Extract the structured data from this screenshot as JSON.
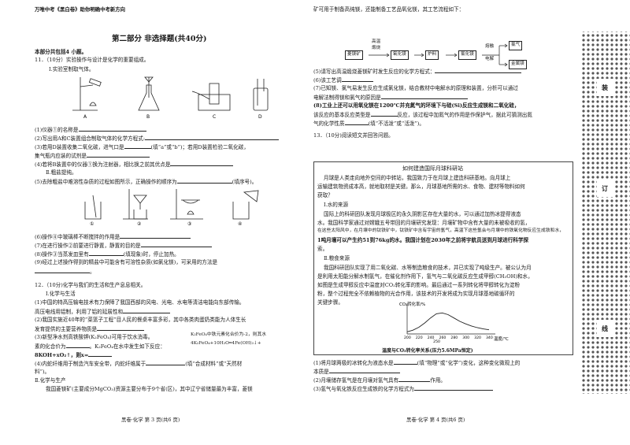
{
  "header": "万唯中考《黑白卷》助你明确中考新方向",
  "section": {
    "title": "第二部分  非选择题(共40分)",
    "intro": "本部分共包括4 小题。"
  },
  "q11": {
    "stem": "11．（10分）实验操作与设计是化学的重要组成。",
    "part1": "Ⅰ.实验室制取气体。",
    "apparatus": [
      "A",
      "B",
      "C",
      "D"
    ],
    "l1": "(1)仪器①的名称是",
    "l2": "(2)写出用A和C装置组合制取气体的化学方程式:",
    "l3a": "(3)若用D装置收集二氧化碳，进气口是",
    "l3b": "(填“a”或“b”)；若用D装置检验二氧化碳，",
    "l3c": "集气瓶内应装的试剂是",
    "l4": "(4)若将B装置中的仪器①换为注射器，相比换之前其优点是",
    "part2": "Ⅱ.粗盐提纯。",
    "l5": "(5)去除粗盐中难溶性杂质的过程如图所示，正确操作的顺序为",
    "l5b": "(填序号)。",
    "steps": [
      "①",
      "②",
      "③",
      "④"
    ],
    "l6": "(6)操作④中玻璃棒不断搅拌的作用是",
    "l7": "(7)在进行操作②前要进行静置，静置的目的是",
    "l8a": "(8)操作③当蒸发皿里有",
    "l8b": "(填现象)时，停止加热。",
    "l9a": "(9)经过上述操作得到的精盐中可能含有可溶性杂质(如氯化镁)，可采用的方法是",
    "l9b": "。"
  },
  "q12": {
    "stem": "12．（10分)化学与我们的生活和生产息息相关。",
    "part1": "Ⅰ.化学与生活",
    "l1a": "(1)中国的特高压输电技术有力保障了我国西部的风电、光电、水电等清洁电能向东部传输。",
    "l1b": "高压电线用铝制，利用了铝的延展性和",
    "l2a": "(2)我国实施近40年的“菜篮子工程”目人民的餐桌丰富多彩，其中各类肉蛋奶类能为人体生长",
    "l2b": "发育提供的主要营养物质是",
    "l3a": "(3)新型净水剂高铁酸钾(K₂FeO₄)可用于饮水消毒。",
    "l3b": "K₂FeO₄中铁元素化合价为-2，则其水",
    "l3c": "素的化合价为",
    "l3d": "。K₂FeO₄在水中发生如下反应：",
    "l3e": "4K₂FeO₄+10H₂O═4Fe(OH)₃↓+",
    "l3f": "8KOH+xO₂↑，则x=",
    "l4a": "(4)内蛇纤维用于制造汽车安全带，内蛇纤维属于",
    "l4b": "(填“合成材料”或“天然材",
    "l4c": "料”)。",
    "part2": "Ⅱ.化学与生产",
    "l5a": "我国菱镁矿(主要成分MgCO₃)资源主要分布于9个省(区)，其中辽宁省储量最为丰富，菱镁"
  },
  "footer_left": "黑卷·化学  第 3 页(共6 页)",
  "right": {
    "r0": "矿可用于制备高纯镁，还能制备工艺品氧化镁，其工艺流程如下：",
    "flow": {
      "n1": "菱镁矿",
      "n2": "氧化镁",
      "n3": "氯化镁",
      "n4": "氯气",
      "n5": "金属镁",
      "n6": "炉料",
      "t1": "高温",
      "t2": "煅烧",
      "t3": "熔融",
      "t4": "电解"
    },
    "r5": "(5)请写出高温煅烧菱镁矿时发生反应的化学方程式：",
    "r6": "(6)该工艺调",
    "r7a": "(7)已知镁、氯气易发生反应生成氯化镁，结合教材中电解水的原理和装置，分析可以通过",
    "r7b": "电解法制得镁和氯气的原因是",
    "r8a": "(8)工业上还可以用氧化镁在1200℃并充氮气的环境下与硅(Si)反应生成镁和二氧化硅，",
    "r8b": "该反应的基本反应类型是",
    "r8c": "反应，该过程中加氮气的作用是作保护气，据此可猜测出氮",
    "r8d": "气的化学性质",
    "r8e": "(填“不活泼”或“活泼”)。",
    "q13": "13．（10分)阅读短文并回答问题。",
    "article_title": "如何建造国际月球科研站",
    "a1": "月球是人类走向地外空间的中转站，我国致力于在月球上建造科研基地。向月球上",
    "a2": "运输建筑物资成本高，就地取材是关键。那么，月球基地所需的水、食物、建材等物料如何",
    "a3": "获取？",
    "s1": "Ⅰ.水的来源",
    "a4": "国际上的科研团队发现月球极区的永久阴影区存在大量的水，可以通过加热冰提得液态",
    "a5": "水。我国科学家通过对嫦娥五号带回的月壤研究发现：月壤矿物中含有大量的未被吸收的氢，",
    "a6": "在这些太阳风中，在月壤中的钛铁矿中，钛铁矿中含有宇宙的氢气，高温下这些氢会与月壤中的铁氧化物反应生成铁和水，",
    "a7": "1吨月壤可以产生约51到76kg的水。我国计划在2030年之前将宇航员送到月球进行科学探",
    "a8": "索。",
    "s2": "Ⅱ.粮食来源",
    "a9": "我国科研团队实现了用二氧化碳、水等制造粮食的技术，并已实现了吨级生产。被公认为月",
    "a10": "是利用太阳能分解水制氢气，在催化剂作用下，氢气与二氧化碳反应生成甲醇(CH₃OH)和水，",
    "a11": "如图是生成甲醇反应中温度对CO₂转化率的影响。最后通过一系列转化将甲醇转化为淀粉",
    "a12": "粉，整个过程完全不依赖植物的光合作用，该技术的开发将成为实现月球基地碳循环的",
    "a13": "关键步骤。",
    "chart_caption": "温度与CO₂转化率关系(压力5.6MPa恒定)",
    "q1a": "(1)将月球两极的冰转化为液态水是",
    "q1b": "(填“物理”或“化学”)变化，这种变化微观上的",
    "q1c": "本质是",
    "q2a": "(2)月壤储存氢气是在月壤对氢气具有",
    "q2b": "作用。",
    "q3": "(3)氢气与氧化铁反应生成铁的化学方程式为"
  },
  "chart_data": {
    "type": "line",
    "ylabel": "CO₂转化率/%",
    "xlabel": "温度/℃",
    "x_ticks": [
      200,
      220,
      240,
      260,
      280,
      300,
      320,
      340
    ],
    "x_extra_tick": "250",
    "x": [
      200,
      210,
      220,
      230,
      240,
      250,
      260,
      270,
      280,
      290,
      300,
      310,
      320,
      330,
      340
    ],
    "y": [
      5,
      9,
      16,
      26,
      38,
      48,
      50,
      46,
      38,
      30,
      24,
      19,
      15,
      12,
      10
    ],
    "xlim": [
      200,
      340
    ],
    "ylim": [
      0,
      60
    ]
  },
  "footer_right": "黑卷·化学  第 4 页(共6 页)",
  "binding": [
    "装",
    "订",
    "线"
  ]
}
